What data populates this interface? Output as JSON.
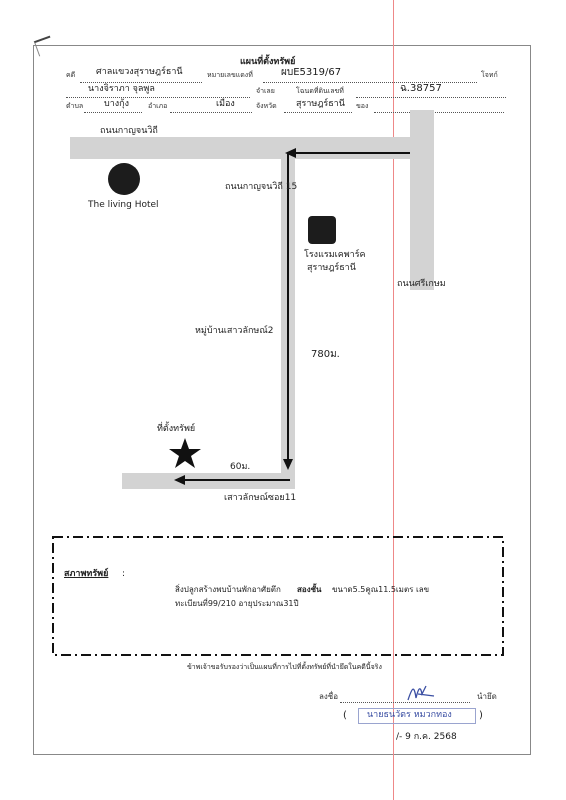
{
  "header": {
    "title": "แผนที่ตั้งทรัพย์",
    "case_label": "คดี",
    "court": "ศาลแขวงสุราษฎร์ธานี",
    "black_no_label": "หมายเลขแดงที่",
    "case_no": "ผบE5319/67",
    "plaintiff_label": "โจทก์",
    "defendant": "นางจิราภา จุลพูล",
    "defendant_label": "จำเลย",
    "title_deed_label": "โฉนดที่ดินเลขที่",
    "title_deed_no": "ฉ.38757",
    "subdistrict_label": "ตำบล",
    "subdistrict": "บางกุ้ง",
    "district_label": "อำเภอ",
    "district": "เมือง",
    "province_label": "จังหวัด",
    "province": "สุราษฎร์ธานี",
    "owner_label": "ของ"
  },
  "map": {
    "road_top": "ถนนกาญจนวิถี",
    "hotel_left": "The living Hotel",
    "road_soi15": "ถนนกาญจนวิถี 15",
    "hotel_right_line1": "โรงแรมเคพาร์ค",
    "hotel_right_line2": "สุราษฎร์ธานี",
    "road_right": "ถนนศรีเกษม",
    "village": "หมู่บ้านเสาวลักษณ์2",
    "distance_long": "780ม.",
    "property_marker": "ที่ตั้งทรัพย์",
    "distance_short": "60ม.",
    "soi_bottom": "เสาวลักษณ์ซอย11"
  },
  "property": {
    "heading": "สภาพทรัพย์",
    "colon": ":",
    "desc_line1_a": "สิ่งปลูกสร้างพบบ้านพักอาศัยตึก",
    "desc_line1_b": "สองชั้น",
    "desc_line1_c": "ขนาด5.5คูณ11.5เมตร เลข",
    "desc_line2": "ทะเบียนที่99/210 อายุประมาณ31ปี"
  },
  "footer": {
    "certify": "ข้าพเจ้าขอรับรองว่าเป็นแผนที่การไปที่ตั้งทรัพย์ที่นำยึดในคดีนี้จริง",
    "sign_label": "ลงชื่อ",
    "seizer_label": "นำยึด",
    "open_paren": "(",
    "signer_name": "นายธนวัตร หมวกทอง",
    "close_paren": ")",
    "date": "/- 9 ก.ค. 2568"
  },
  "colors": {
    "road": "#d3d3d3",
    "stamp_blue": "#3b4fa3",
    "margin_red": "#e88888"
  }
}
